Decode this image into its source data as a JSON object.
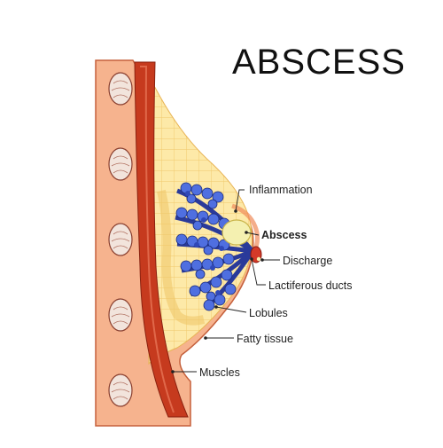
{
  "diagram": {
    "title": "ABSCESS",
    "labels": {
      "inflammation": "Inflammation",
      "abscess": "Abscess",
      "discharge": "Discharge",
      "lactiferous_ducts": "Lactiferous ducts",
      "lobules": "Lobules",
      "fatty_tissue": "Fatty tissue",
      "muscles": "Muscles"
    },
    "stock_id": "202076675"
  },
  "colors": {
    "skin": "#f6b38e",
    "muscle": "#c63a1e",
    "fat": "#fde9a8",
    "lobule": "#4f6fe0",
    "abscess": "#f4f0b0",
    "nipple": "#d43a28"
  }
}
